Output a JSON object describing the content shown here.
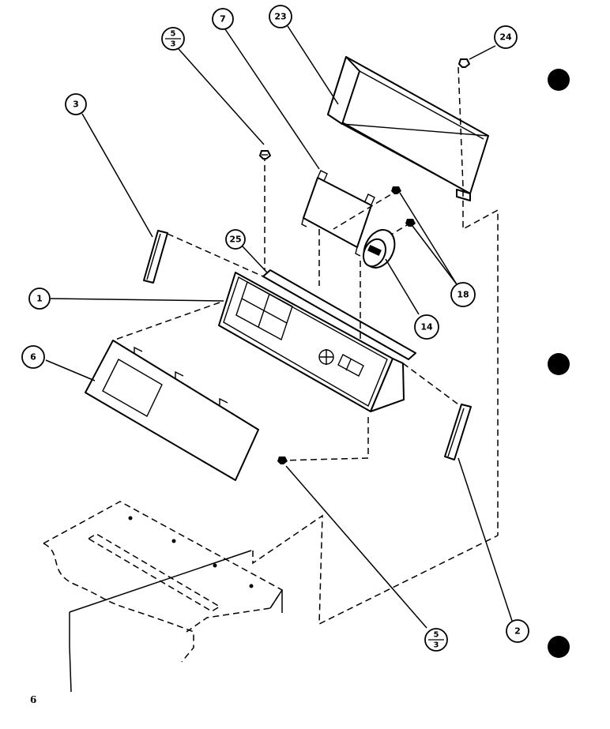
{
  "callouts": {
    "c1": "1",
    "c2": "2",
    "c3": "3",
    "c6": "6",
    "c7": "7",
    "c14": "14",
    "c18": "18",
    "c23": "23",
    "c24": "24",
    "c25": "25",
    "c5_3_top_num": "5",
    "c5_3_top_den": "3",
    "c5_3_bottom_num": "5",
    "c5_3_bottom_den": "3"
  },
  "page_number": "6"
}
